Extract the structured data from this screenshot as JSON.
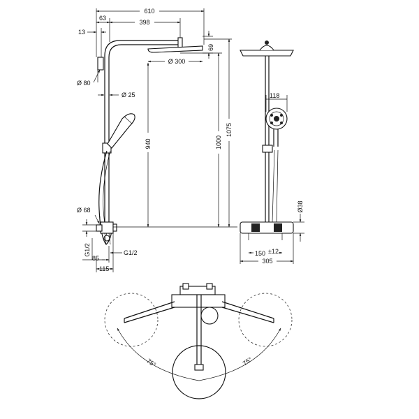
{
  "dimensions": {
    "width_total": "610",
    "offset_63": "63",
    "arm_398": "398",
    "wall_13": "13",
    "head_height_69": "69",
    "head_diameter": "Ø 300",
    "flange_diameter": "Ø 80",
    "pipe_diameter": "Ø 25",
    "height_940": "940",
    "height_1000": "1000",
    "height_1075": "1075",
    "handshower_118": "118",
    "thermostat_38": "Ø38",
    "outlet_68": "Ø 68",
    "connection_left": "G1/2",
    "connection_right": "G1/2",
    "depth_85": "85",
    "depth_115": "115",
    "spacing": "150",
    "spacing_tol": "±12",
    "width_305": "305",
    "angle_left": "75°",
    "angle_right": "75°"
  }
}
